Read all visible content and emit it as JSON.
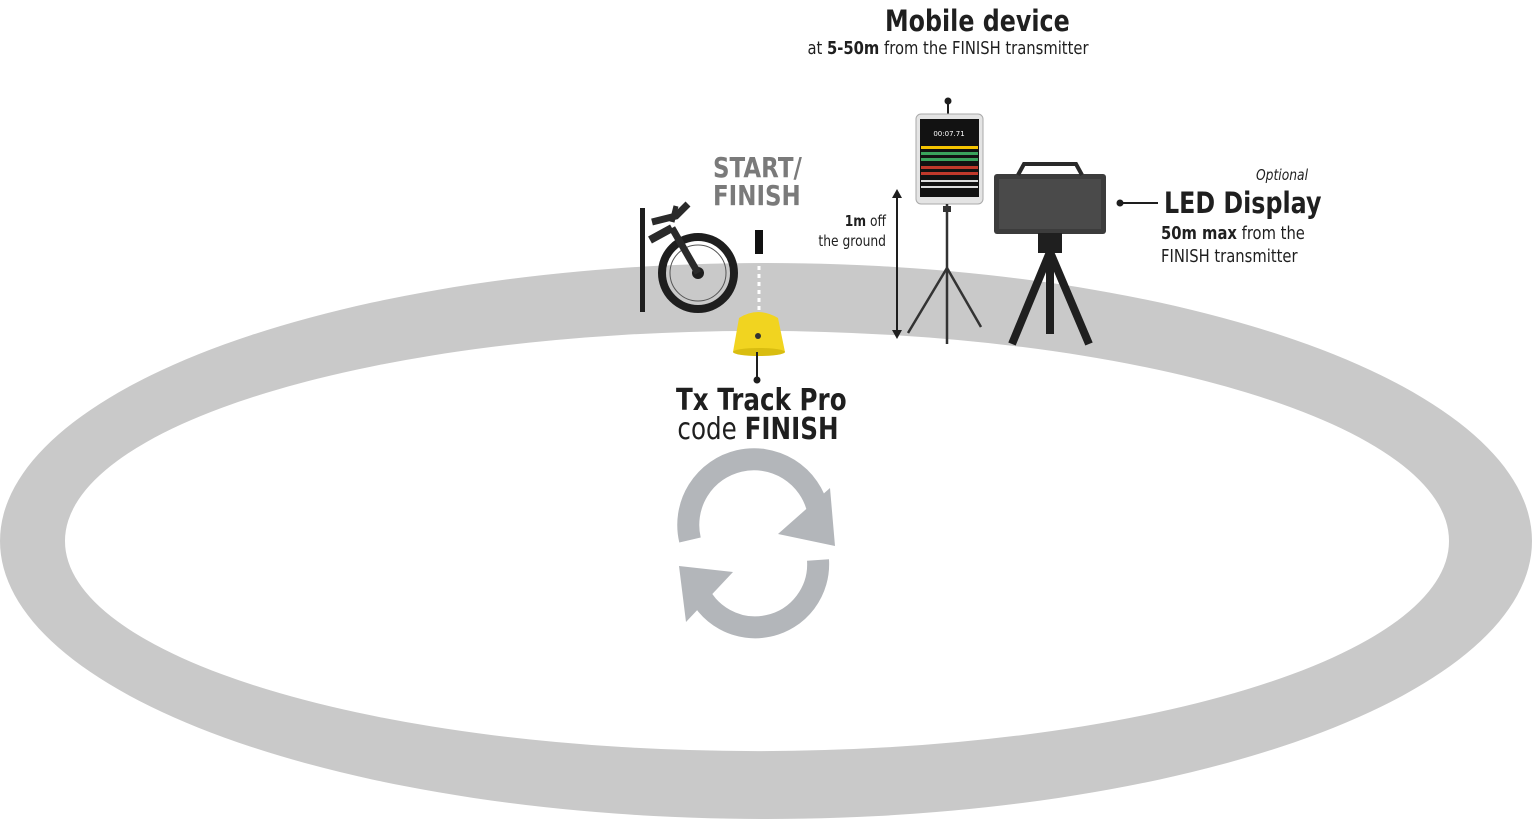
{
  "mobile": {
    "title": "Mobile device",
    "dist_prefix": "at ",
    "dist_bold": "5-50m",
    "dist_suffix": " from the FINISH transmitter",
    "screen_time": "00:07.71"
  },
  "start_finish": {
    "line1": "START/",
    "line2": "FINISH"
  },
  "height_note": {
    "bold": "1m",
    "rest1": " off",
    "line2": "the ground"
  },
  "led": {
    "optional": "Optional",
    "title": "LED Display",
    "dist_bold": "50m max",
    "dist_rest": " from the",
    "line2": "FINISH transmitter"
  },
  "transmitter": {
    "title": "Tx Track Pro",
    "code_prefix": "code ",
    "code_bold": "FINISH"
  },
  "colors": {
    "track": "#c9c9c9",
    "arrows": "#b3b6ba",
    "transmitter": "#f1d420",
    "text_dark": "#1f1f1f",
    "text_grey": "#7a7a7a"
  },
  "icons": [
    "bicycle-icon",
    "refresh-cycle-icon",
    "tablet-on-tripod-icon",
    "led-display-on-tripod-icon",
    "transmitter-icon"
  ]
}
